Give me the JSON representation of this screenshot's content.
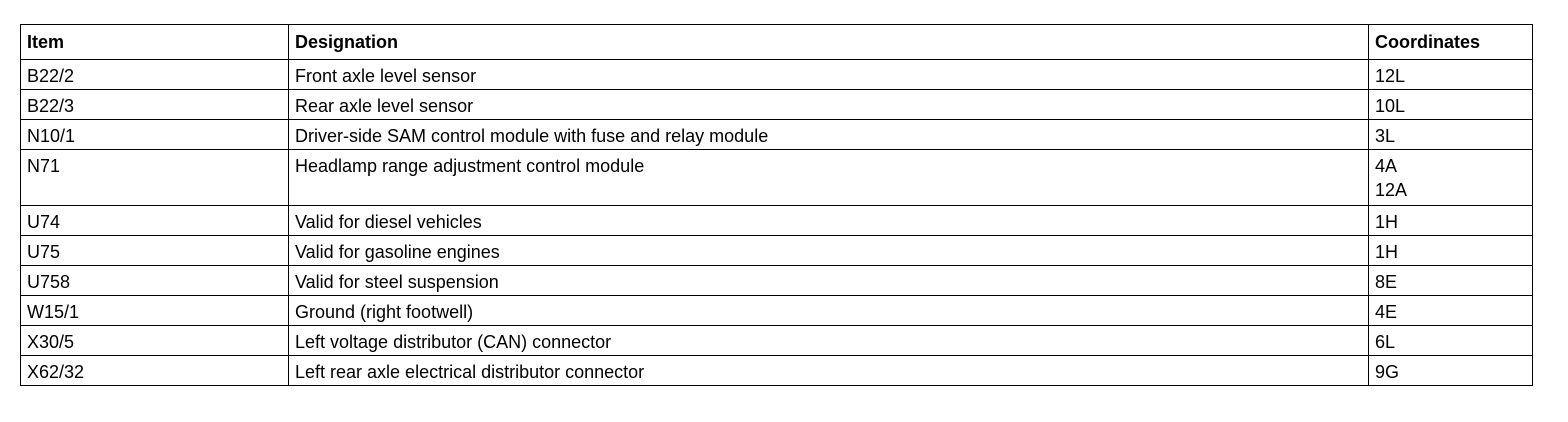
{
  "table": {
    "headers": {
      "item": "Item",
      "designation": "Designation",
      "coordinates": "Coordinates"
    },
    "rows": [
      {
        "item": "B22/2",
        "designation": "Front axle level sensor",
        "coordinates": [
          "12L"
        ]
      },
      {
        "item": "B22/3",
        "designation": "Rear axle level sensor",
        "coordinates": [
          "10L"
        ]
      },
      {
        "item": "N10/1",
        "designation": "Driver-side SAM control module with fuse and relay module",
        "coordinates": [
          "3L"
        ]
      },
      {
        "item": "N71",
        "designation": "Headlamp range adjustment control module",
        "coordinates": [
          "4A",
          "12A"
        ]
      },
      {
        "item": "U74",
        "designation": "Valid for diesel vehicles",
        "coordinates": [
          "1H"
        ]
      },
      {
        "item": "U75",
        "designation": "Valid for gasoline engines",
        "coordinates": [
          "1H"
        ]
      },
      {
        "item": "U758",
        "designation": "Valid for steel suspension",
        "coordinates": [
          "8E"
        ]
      },
      {
        "item": "W15/1",
        "designation": "Ground (right footwell)",
        "coordinates": [
          "4E"
        ]
      },
      {
        "item": "X30/5",
        "designation": "Left voltage distributor (CAN) connector",
        "coordinates": [
          "6L"
        ]
      },
      {
        "item": "X62/32",
        "designation": "Left rear axle electrical distributor connector",
        "coordinates": [
          "9G"
        ]
      }
    ]
  }
}
